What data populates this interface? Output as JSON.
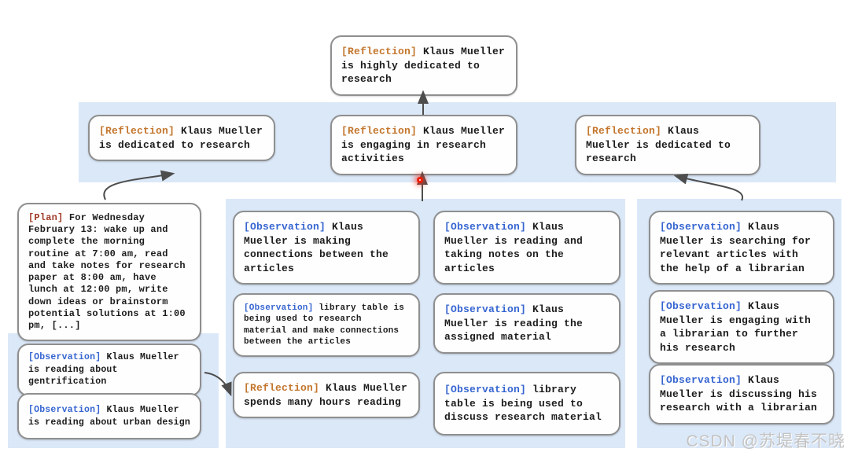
{
  "colors": {
    "band_background": "#dbe8f8",
    "node_border": "#8f8f8f",
    "reflection_tag": "#c3762d",
    "observation_tag": "#3565d1",
    "plan_tag": "#a13b28",
    "body_text": "#1c1c1c",
    "arrow": "#4d4d4d",
    "focus_dot": "#ee1e0a"
  },
  "title_node": {
    "tag": "[Reflection]",
    "text": "Klaus Mueller is highly dedicated to research"
  },
  "reflection_band": {
    "nodes": [
      {
        "tag": "[Reflection]",
        "text": "Klaus Mueller is dedicated to research"
      },
      {
        "tag": "[Reflection]",
        "text": "Klaus Mueller is engaging in research activities"
      },
      {
        "tag": "[Reflection]",
        "text": "Klaus Mueller is dedicated to research"
      }
    ]
  },
  "plan_node": {
    "tag": "[Plan]",
    "text": "For Wednesday February 13: wake up and complete the morning routine at 7:00 am, read and take notes for research paper at 8:00 am, have lunch at 12:00 pm, write down ideas or brainstorm potential solutions at 1:00 pm, [...]"
  },
  "left_band": {
    "nodes": [
      {
        "tag": "[Observation]",
        "text": "Klaus Mueller is reading about gentrification"
      },
      {
        "tag": "[Observation]",
        "text": "Klaus Mueller is reading about urban design"
      }
    ]
  },
  "mid_band": {
    "nodes": [
      {
        "tag": "[Observation]",
        "text": "Klaus Mueller is making connections between the articles"
      },
      {
        "tag": "[Observation]",
        "text": "Klaus Mueller is reading and taking notes on the articles"
      },
      {
        "tag": "[Observation]",
        "text": "library table is being used to research material and make connections between the articles"
      },
      {
        "tag": "[Observation]",
        "text": "Klaus Mueller is reading the assigned material"
      },
      {
        "tag": "[Reflection]",
        "text": "Klaus Mueller spends many hours reading"
      },
      {
        "tag": "[Observation]",
        "text": "library table is being used to discuss research material"
      }
    ]
  },
  "right_band": {
    "nodes": [
      {
        "tag": "[Observation]",
        "text": "Klaus Mueller is searching for relevant articles with the help of a librarian"
      },
      {
        "tag": "[Observation]",
        "text": "Klaus Mueller is engaging with a librarian to further his research"
      },
      {
        "tag": "[Observation]",
        "text": "Klaus Mueller is discussing his research with a librarian"
      }
    ]
  },
  "watermark": "CSDN @苏堤春不晓"
}
